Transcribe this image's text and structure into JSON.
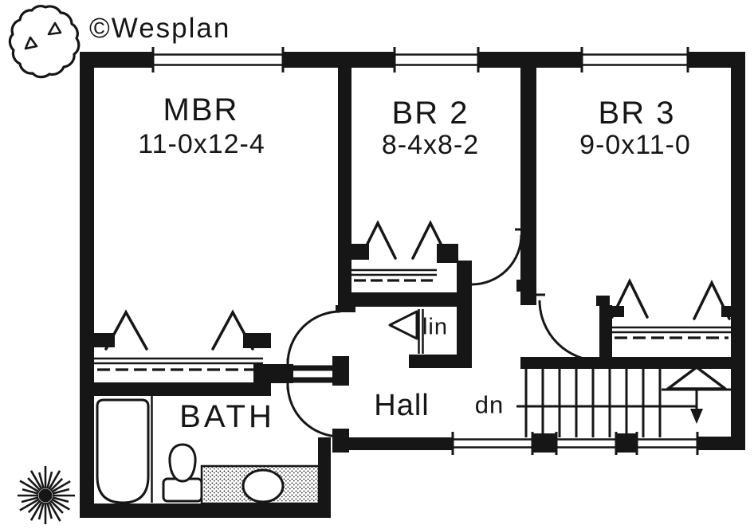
{
  "copyright": {
    "label": "©Wesplan"
  },
  "rooms": {
    "mbr": {
      "name": "MBR",
      "dims": "11-0x12-4"
    },
    "br2": {
      "name": "BR 2",
      "dims": "8-4x8-2"
    },
    "br3": {
      "name": "BR 3",
      "dims": "9-0x11-0"
    },
    "bath": {
      "name": "BATH"
    },
    "hall": {
      "name": "Hall"
    },
    "linen": {
      "name": "lin"
    }
  },
  "stairs": {
    "down_label": "dn"
  },
  "symbols": {
    "tree": "tree-canopy-icon",
    "shrub": "shrub-starburst-icon"
  },
  "colors": {
    "ink": "#161616",
    "paper": "#ffffff"
  }
}
